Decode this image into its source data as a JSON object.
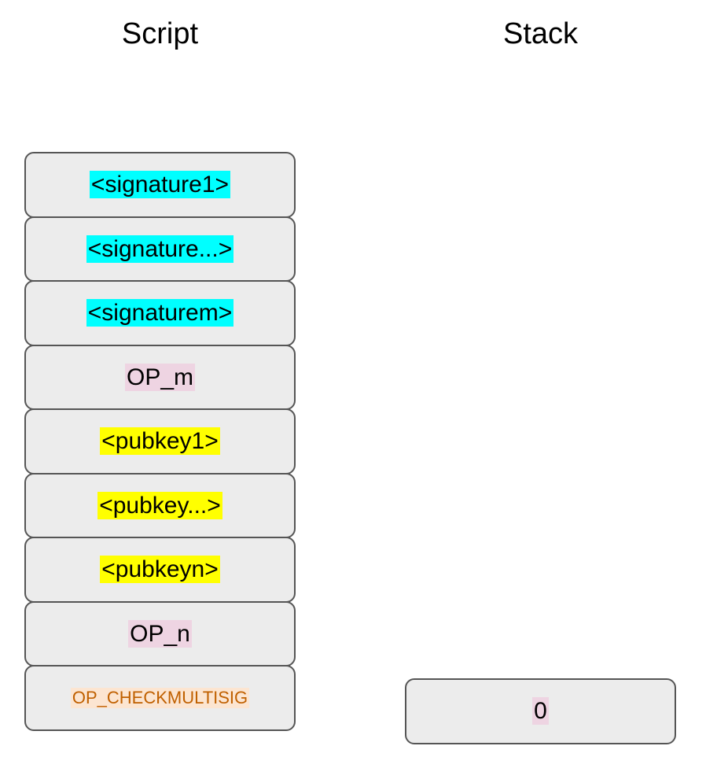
{
  "columns": {
    "script": {
      "title": "Script",
      "items": [
        {
          "text": "<signature1>",
          "highlight": "cyan"
        },
        {
          "text": "<signature...>",
          "highlight": "cyan"
        },
        {
          "text": "<signaturem>",
          "highlight": "cyan"
        },
        {
          "text": "OP_m",
          "highlight": "pink"
        },
        {
          "text": "<pubkey1>",
          "highlight": "yellow"
        },
        {
          "text": "<pubkey...>",
          "highlight": "yellow"
        },
        {
          "text": "<pubkeyn>",
          "highlight": "yellow"
        },
        {
          "text": "OP_n",
          "highlight": "pink"
        },
        {
          "text": "OP_CHECKMULTISIG",
          "highlight": "orange"
        }
      ]
    },
    "stack": {
      "title": "Stack",
      "items": [
        {
          "text": "0",
          "highlight": "pink"
        }
      ]
    }
  },
  "colors": {
    "box_fill": "#ececec",
    "box_border": "#555555",
    "page_background": "#ffffff",
    "highlight_signature": "#00ffff",
    "highlight_pubkey": "#ffff00",
    "highlight_opcode_number": "#eed4e2",
    "highlight_opcode_checkmultisig_bg": "#fce5d1",
    "opcode_checkmultisig_text": "#c06000",
    "text": "#000000"
  }
}
